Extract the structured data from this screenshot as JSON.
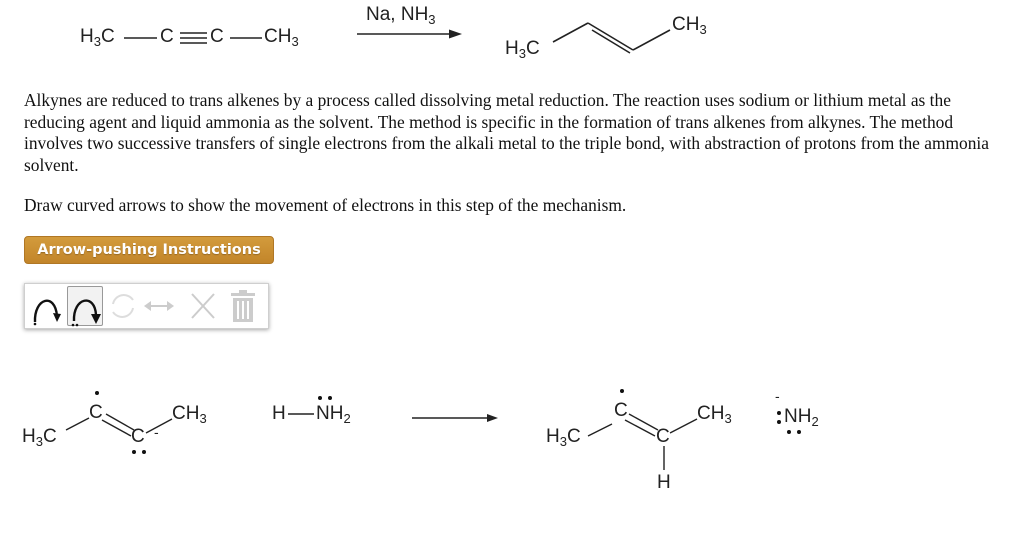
{
  "reaction": {
    "reactant_left": "H3C",
    "reactant_c1": "C",
    "reactant_c2": "C",
    "reactant_right": "CH3",
    "reagents": "Na, NH3",
    "product_left": "H3C",
    "product_right": "CH3"
  },
  "description": "Alkynes are reduced to trans alkenes by a process called dissolving metal reduction. The reaction uses sodium or lithium metal as the reducing agent and liquid ammonia as the solvent. The method is specific in the formation of trans alkenes from alkynes. The method involves two successive transfers of single electrons from the alkali metal to the triple bond, with abstraction of protons from the ammonia solvent.",
  "prompt": "Draw curved arrows to show the movement of electrons in this step of the mechanism.",
  "instructions_button": "Arrow-pushing Instructions",
  "toolbar": {
    "tools": [
      {
        "name": "single-electron-arrow",
        "state": "enabled"
      },
      {
        "name": "electron-pair-arrow",
        "state": "selected"
      },
      {
        "name": "undo-redo",
        "state": "disabled"
      },
      {
        "name": "resonance-arrow",
        "state": "disabled"
      },
      {
        "name": "delete",
        "state": "disabled"
      },
      {
        "name": "clear-all",
        "state": "disabled"
      }
    ],
    "accent_color": "#c98d30"
  },
  "mechanism": {
    "reactant": {
      "left": "H3C",
      "c_radical": "C",
      "c_anion": "C",
      "right": "CH3",
      "charge": "-"
    },
    "ammonia": {
      "h": "H",
      "n": "N",
      "h2": "H2"
    },
    "product": {
      "left": "H3C",
      "c_radical": "C",
      "c_h": "C",
      "right": "CH3",
      "h": "H"
    },
    "amide": {
      "n": "NH2",
      "charge": "-"
    }
  }
}
